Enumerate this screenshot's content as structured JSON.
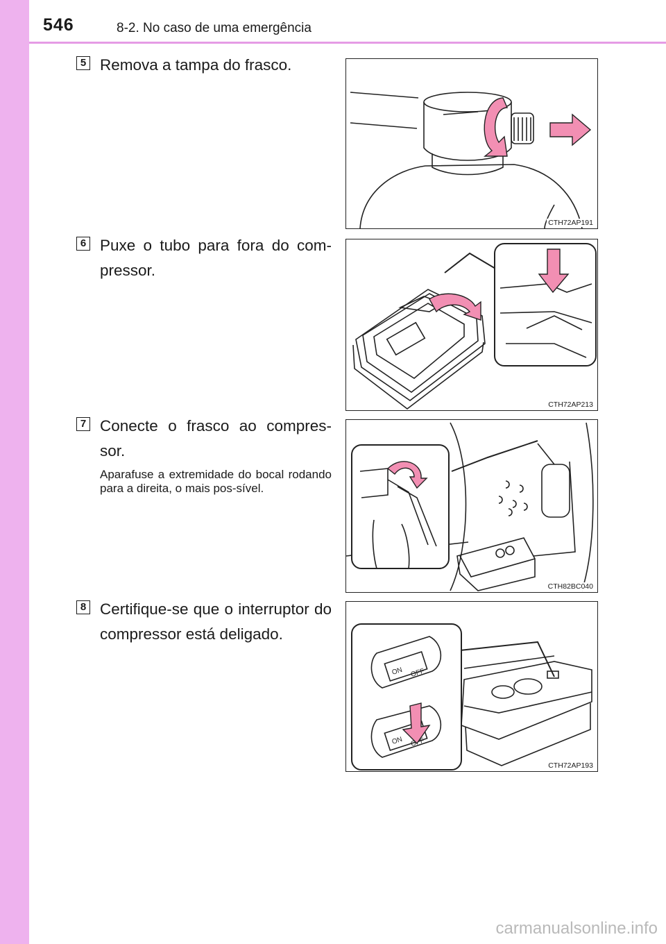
{
  "header": {
    "page_number": "546",
    "section_title": "8-2. No caso de uma emergência"
  },
  "steps": [
    {
      "number": "5",
      "text": "Remova a tampa do frasco.",
      "figure_code": "CTH72AP191"
    },
    {
      "number": "6",
      "text": "Puxe o tubo para fora do com-pressor.",
      "figure_code": "CTH72AP213"
    },
    {
      "number": "7",
      "text": "Conecte o frasco ao compres-sor.",
      "subtext": "Aparafuse a extremidade do bocal rodando para a direita, o mais pos-sível.",
      "figure_code": "CTH82BC040"
    },
    {
      "number": "8",
      "text": "Certifique-se que o interruptor do compressor está deligado.",
      "figure_code": "CTH72AP193",
      "switch_labels": {
        "on": "ON",
        "off": "OFF"
      }
    }
  ],
  "watermark": "carmanualsonline.info",
  "colors": {
    "margin_strip": "#eeb2ee",
    "header_rule": "#e59be5",
    "arrow_fill": "#f28fb3"
  }
}
